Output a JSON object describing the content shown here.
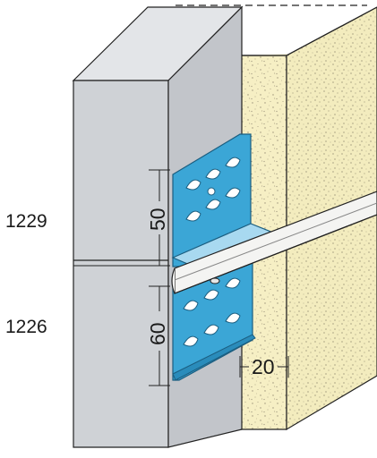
{
  "labels": {
    "upper_profile": "1229",
    "lower_profile": "1226"
  },
  "dimensions": {
    "upper_height": "50",
    "lower_height": "60",
    "joint_width": "20"
  },
  "colors": {
    "masonry": "#cfd2d6",
    "masonry_dark": "#b7babf",
    "masonry_top": "#e3e5e8",
    "insulation": "#f6efc4",
    "insulation_dark": "#e4dba6",
    "profile_blue": "#3ba6d6",
    "profile_blue_dark": "#1b77a6",
    "profile_light": "#a8d9f0",
    "strip_white": "#f4f4f2"
  }
}
